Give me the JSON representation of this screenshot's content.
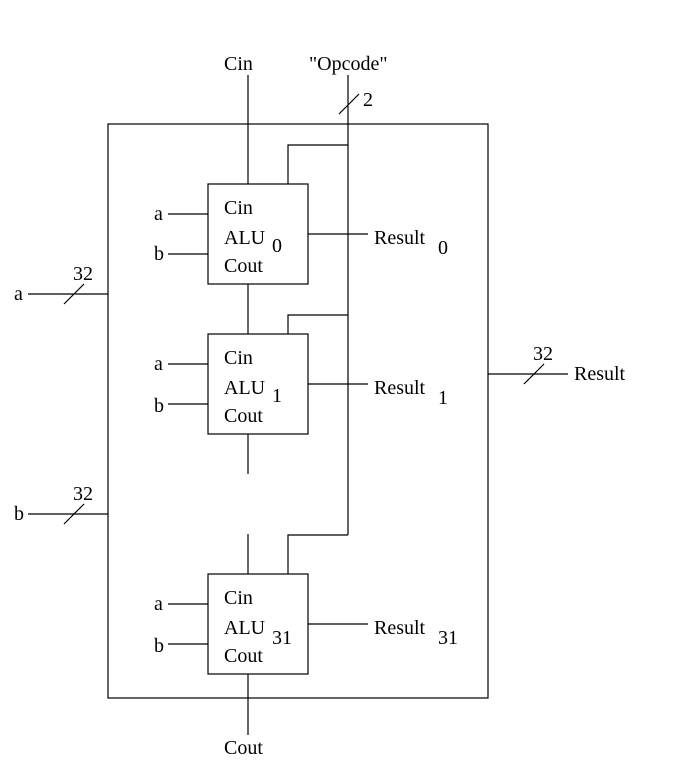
{
  "diagram": {
    "title_labels": {
      "cin": "Cin",
      "opcode": "\"Opcode\"",
      "opcode_width": "2",
      "cout": "Cout"
    },
    "inputs": [
      {
        "name": "a",
        "width": "32"
      },
      {
        "name": "b",
        "width": "32"
      }
    ],
    "output": {
      "name": "Result",
      "width": "32"
    },
    "alus": [
      {
        "cin": "Cin",
        "name": "ALU",
        "index": "0",
        "cout": "Cout",
        "in_a": "a",
        "in_b": "b",
        "result": "Result",
        "result_index": "0"
      },
      {
        "cin": "Cin",
        "name": "ALU",
        "index": "1",
        "cout": "Cout",
        "in_a": "a",
        "in_b": "b",
        "result": "Result",
        "result_index": "1"
      },
      {
        "cin": "Cin",
        "name": "ALU",
        "index": "31",
        "cout": "Cout",
        "in_a": "a",
        "in_b": "b",
        "result": "Result",
        "result_index": "31"
      }
    ]
  }
}
